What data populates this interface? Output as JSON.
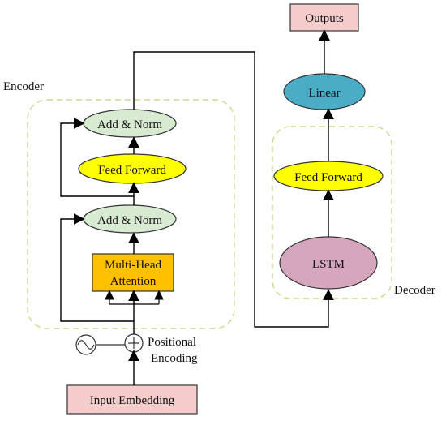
{
  "diagram": {
    "encoder_label": "Encoder",
    "decoder_label": "Decoder",
    "nodes": {
      "outputs": "Outputs",
      "linear": "Linear",
      "decoder_feed_forward": "Feed Forward",
      "lstm": "LSTM",
      "encoder_add_norm_top": "Add & Norm",
      "encoder_feed_forward": "Feed Forward",
      "encoder_add_norm_bottom": "Add & Norm",
      "multi_head_attention_line1": "Multi-Head",
      "multi_head_attention_line2": "Attention",
      "positional_encoding_line1": "Positional",
      "positional_encoding_line2": "Encoding",
      "input_embedding": "Input  Embedding"
    },
    "colors": {
      "green": "#d9ead3",
      "yellow": "#ffff00",
      "orange": "#ffc000",
      "blue": "#4bacc6",
      "pink": "#f4cccc",
      "lstm": "#d5a6bd",
      "dash": "#c9d88f"
    },
    "icons": {
      "sine": "sine-wave-icon",
      "plus": "circled-plus-icon"
    }
  }
}
